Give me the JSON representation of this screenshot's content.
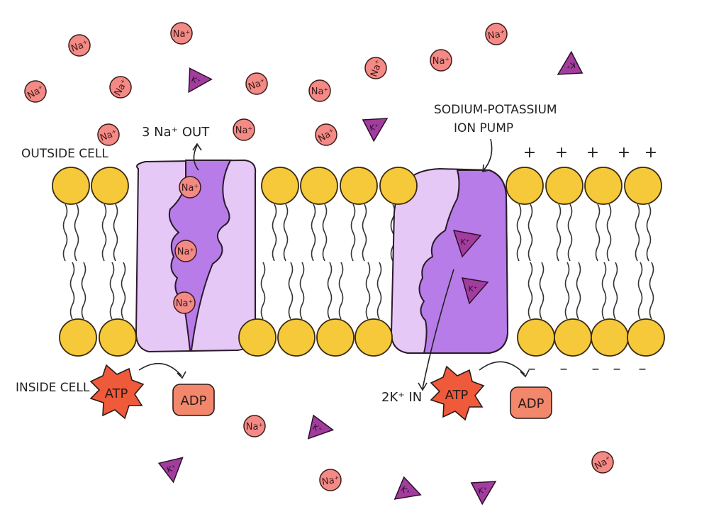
{
  "labels": {
    "outside_cell": "OUTSIDE CELL",
    "inside_cell": "INSIDE CELL",
    "na_out": "3 Na⁺ OUT",
    "k_in": "2K⁺ IN",
    "pump_line1": "SODIUM-POTASSIUM",
    "pump_line2": "ION PUMP"
  },
  "ions": {
    "na": "Na⁺",
    "k": "K⁺"
  },
  "energy": {
    "atp": "ATP",
    "adp": "ADP"
  },
  "charges": {
    "positive": "+",
    "negative": "–"
  },
  "colors": {
    "lipid_head": "#f5c93a",
    "lipid_outline": "#3a2a10",
    "pump_light": "#e6c8f7",
    "pump_dark": "#b77ce8",
    "na_ion": "#f48a85",
    "k_ion": "#a23d9e",
    "atp": "#ef5a3a",
    "adp": "#f2876b"
  }
}
